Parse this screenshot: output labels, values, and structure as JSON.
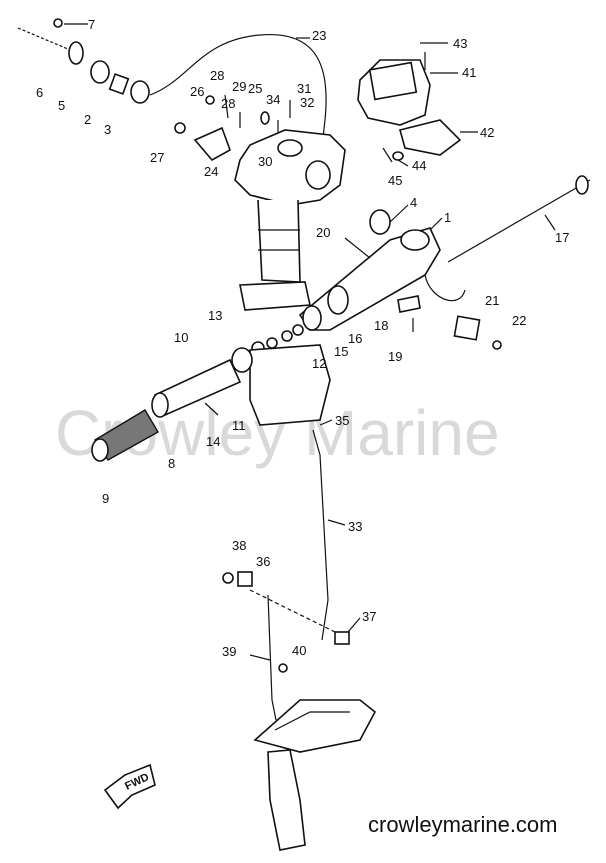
{
  "diagram": {
    "watermark": "Crowley Marine",
    "website": "crowleymarine.com",
    "direction_label": "FWD",
    "part_labels": [
      "1",
      "2",
      "3",
      "4",
      "5",
      "6",
      "7",
      "8",
      "9",
      "10",
      "11",
      "12",
      "13",
      "14",
      "15",
      "16",
      "17",
      "18",
      "19",
      "20",
      "21",
      "22",
      "23",
      "24",
      "25",
      "26",
      "27",
      "28",
      "29",
      "30",
      "31",
      "32",
      "33",
      "34",
      "35",
      "36",
      "37",
      "38",
      "39",
      "40",
      "41",
      "42",
      "43",
      "44",
      "45"
    ]
  }
}
